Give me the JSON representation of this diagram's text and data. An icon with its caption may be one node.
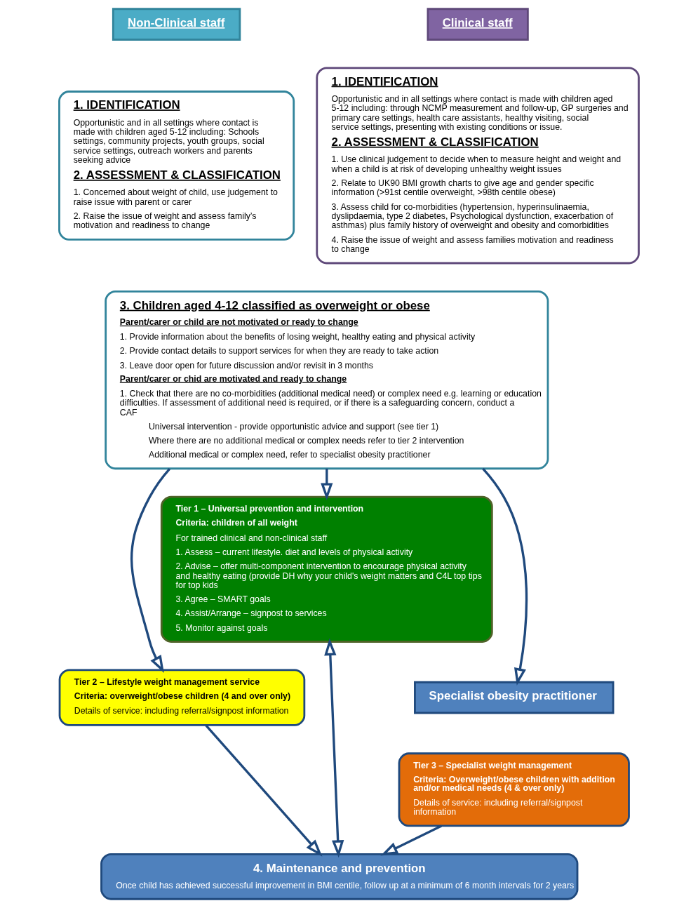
{
  "diagram": {
    "nodes": [
      {
        "text": [
          "Non-Clinical staff"
        ]
      },
      {
        "text": [
          "1. IDENTIFICATION",
          "Opportunistic and in all settings where contact is made with children aged 5-12 including: Schools settings, community projects, youth groups, social service settings, outreach workers and parents seeking advice",
          "2. ASSESSMENT & CLASSIFICATION",
          "1. Concerned about weight of child, use judgement to raise issue with parent or carer",
          "2. Raise the issue of weight and assess family’s motivation and readiness to change"
        ]
      },
      {
        "text": [
          "Clinical staff"
        ]
      },
      {
        "text": [
          "1. IDENTIFICATION",
          "Opportunistic and in all settings where contact is made with children aged 5-12 including: through NCMP measurement and follow-up, GP surgeries and primary care settings, health care assistants, healthy visiting, social service settings, presenting with existing conditions or issue.",
          "2. ASSESSMENT & CLASSIFICATION",
          "1. Use clinical judgement to decide when to measure height and weight and when a child is at risk of developing unhealthy weight issues",
          "2. Relate to UK90 BMI growth charts to give age and gender specific information (>91st centile overweight, >98th centile obese)",
          "3. Assess child for co-morbidities (hypertension, hyperinsulinaemia, dyslipdaemia, type 2 diabetes, Psychological dysfunction, exacerbation of asthmas) plus family history of overweight and obesity and comorbidities",
          "4. Raise the issue of weight and assess families motivation and readiness to change"
        ]
      },
      {
        "text": [
          "3. Children aged 4-12 classified as overweight or obese",
          "Parent/carer or child are not motivated or ready to change",
          "1. Provide information about the benefits of losing weight, healthy eating and physical activity",
          "2. Provide contact details to support services for when they are ready to take action",
          "3. Leave door open for future discussion and/or revisit in 3 months",
          "Parent/carer or chid are motivated and ready to change",
          "1. Check that there are no co-morbidities (additional medical need) or complex need e.g. learning or education difficulties. If assessment of additional need is required, or if there is a safeguarding concern, conduct a CAF",
          "Universal intervention - provide opportunistic advice and support (see tier 1)",
          "Where there are no additional medical or complex needs refer to tier 2 intervention",
          "Additional medical or complex need, refer to specialist obesity practitioner"
        ]
      },
      {
        "text": [
          "Tier 1 – Universal prevention and intervention",
          "Criteria: children of all weight",
          "For trained clinical and non-clinical staff",
          "1. Assess – current lifestyle. diet and levels of physical activity",
          "2. Advise – offer multi-component intervention to encourage physical activity and healthy eating (provide DH why your child's weight matters and C4L top tips for top kids",
          "3. Agree – SMART goals",
          "4. Assist/Arrange – signpost to services",
          "5. Monitor against goals"
        ]
      },
      {
        "text": [
          "Tier 2 – Lifestyle weight management service",
          "Criteria: overweight/obese children (4 and over only)",
          "Details of service: including referral/signpost information"
        ]
      },
      {
        "text": [
          "Specialist obesity practitioner"
        ]
      },
      {
        "text": [
          "Tier 3 – Specialist weight management",
          "Criteria: Overweight/obese children with addition and/or medical needs (4 & over only)",
          "Details of service: including referral/signpost information"
        ]
      },
      {
        "text": [
          "4. Maintenance and prevention",
          "Once child has achieved successful improvement in BMI centile, follow up at a minimum of 6 month intervals for 2 years"
        ]
      }
    ],
    "edges": [
      {
        "from": 4,
        "to": 5,
        "arrow": "to"
      },
      {
        "from": 4,
        "to": 6,
        "arrow": "to"
      },
      {
        "from": 4,
        "to": 7,
        "arrow": "to"
      },
      {
        "from": 5,
        "to": 9,
        "arrow": "both"
      },
      {
        "from": 6,
        "to": 9,
        "arrow": "to"
      },
      {
        "from": 8,
        "to": 9,
        "arrow": "to"
      }
    ]
  }
}
